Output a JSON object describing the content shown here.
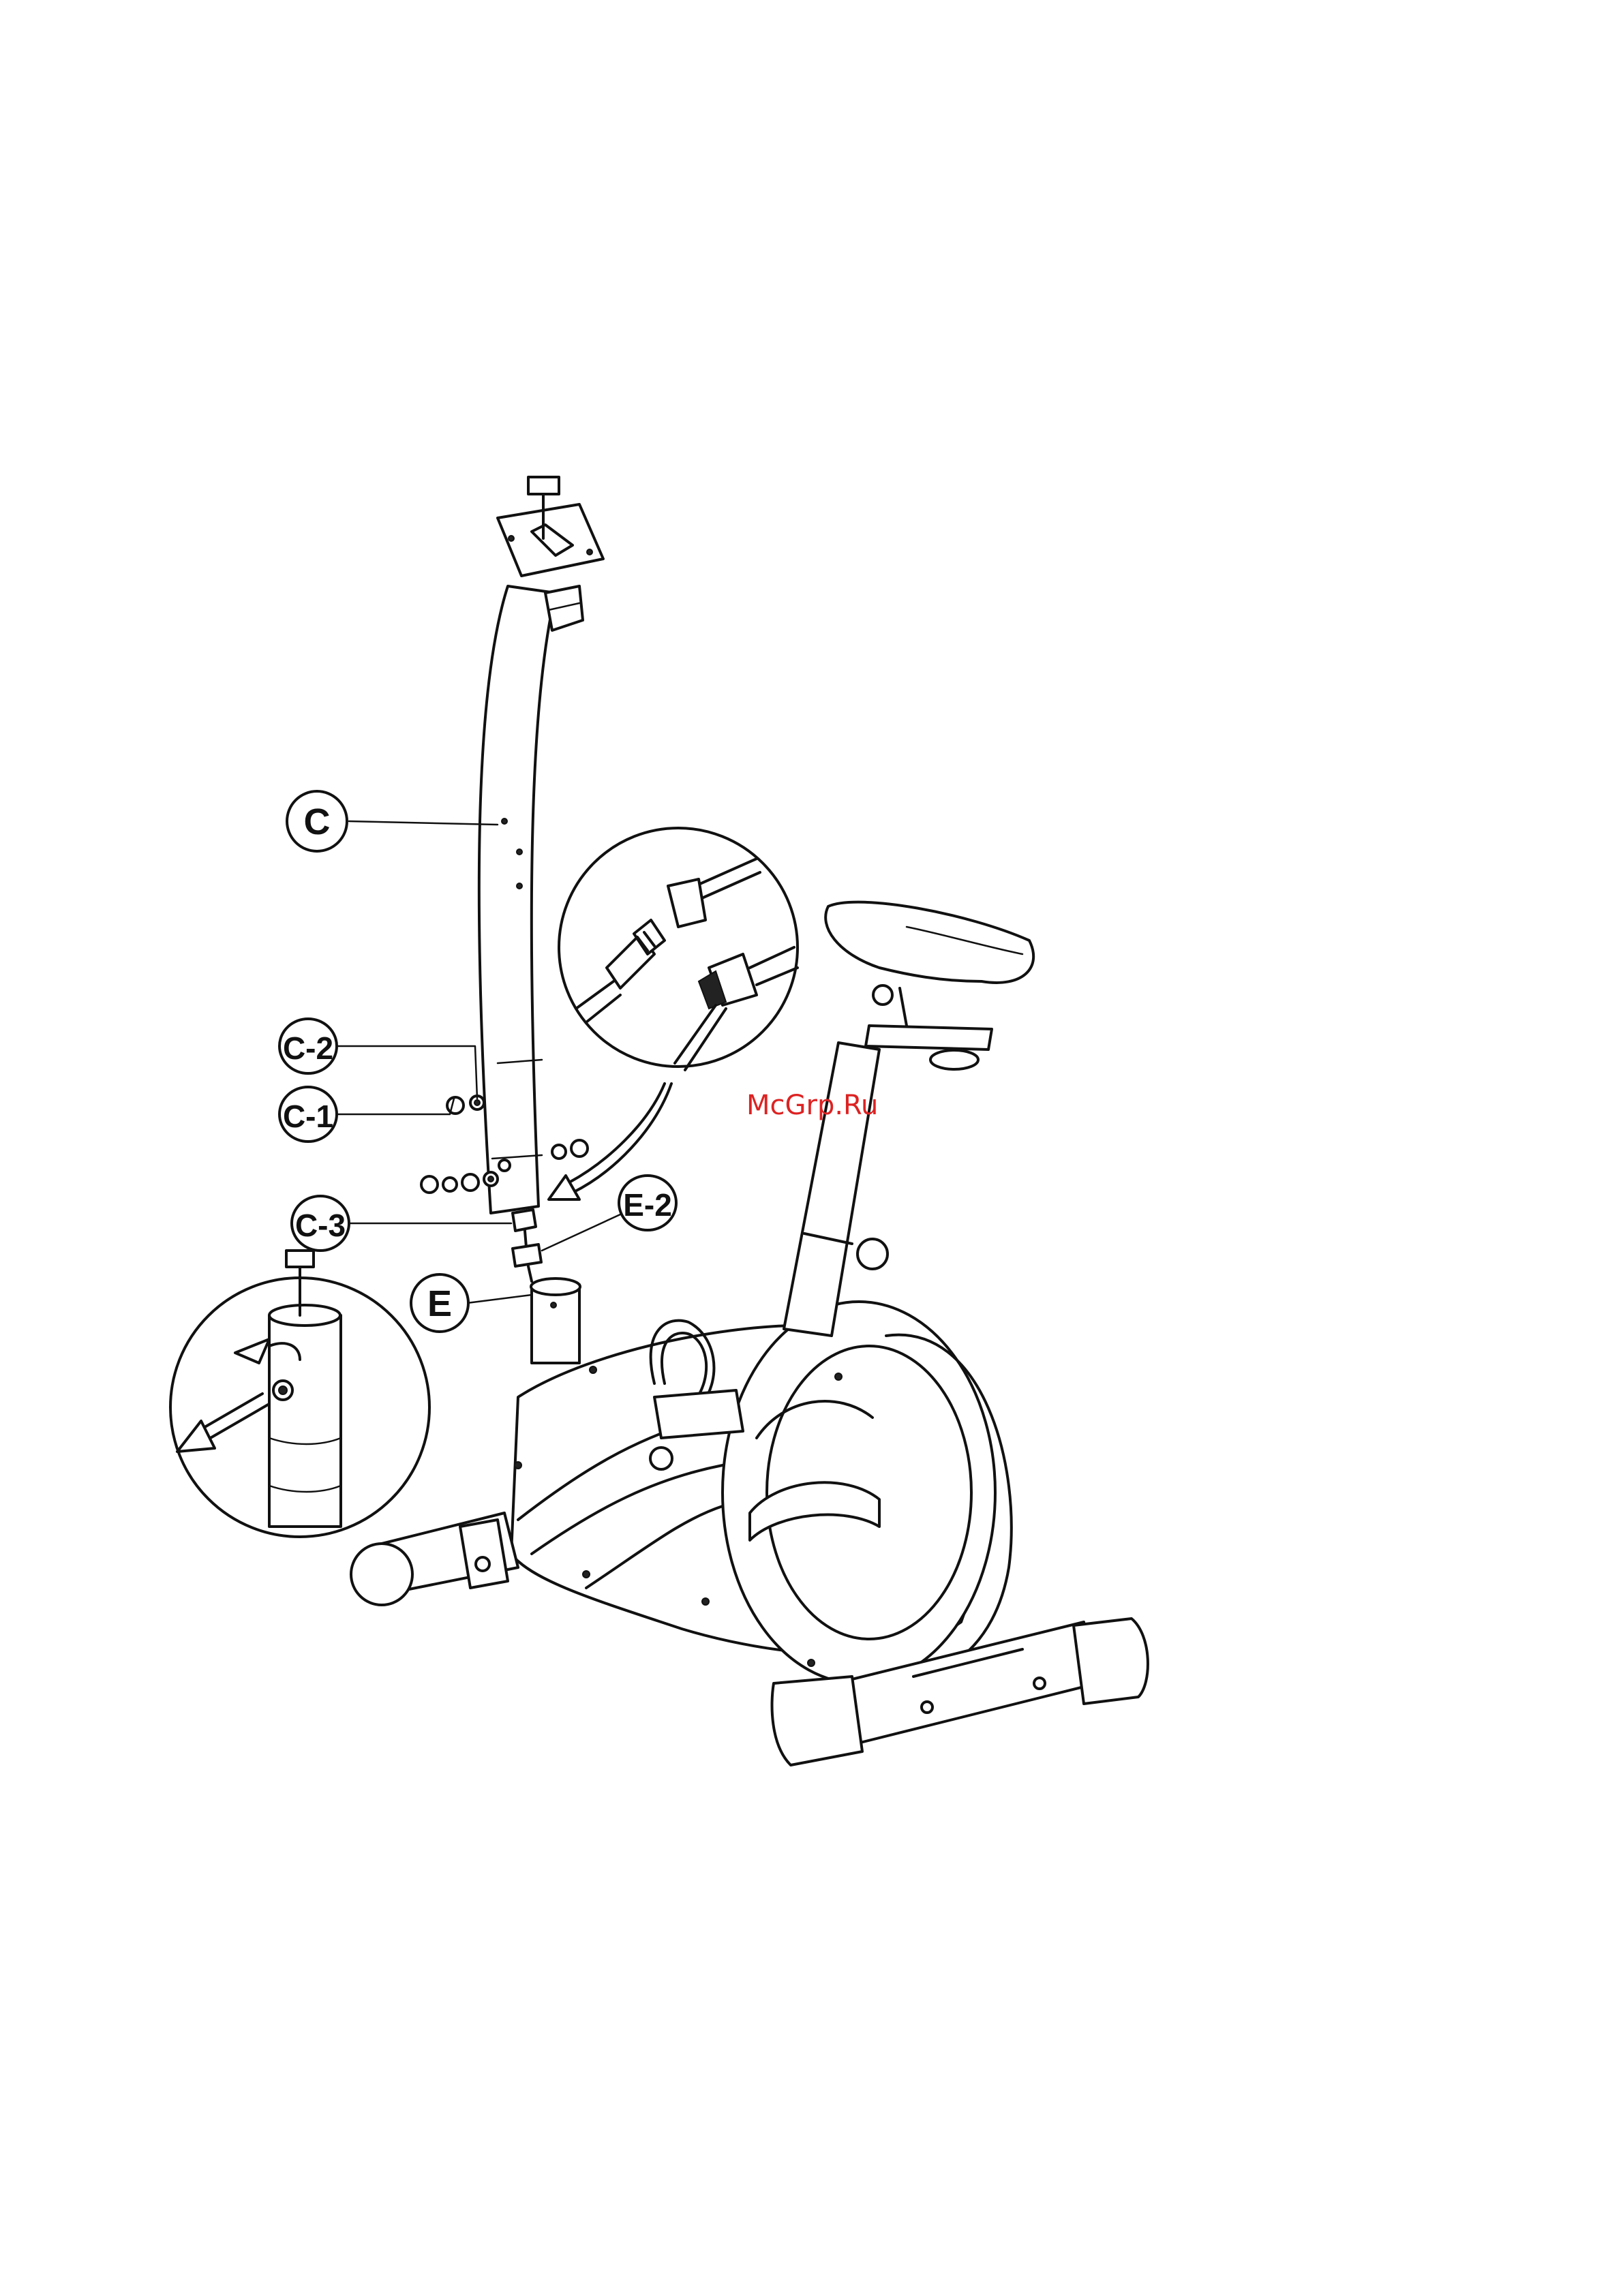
{
  "labels": {
    "c": "C",
    "c2": "C-2",
    "c1": "C-1",
    "c3": "C-3",
    "e2": "E-2",
    "e": "E"
  },
  "watermark": "McGrp.Ru",
  "colors": {
    "line": "#111111",
    "watermark": "#dd2222",
    "background": "#ffffff"
  }
}
